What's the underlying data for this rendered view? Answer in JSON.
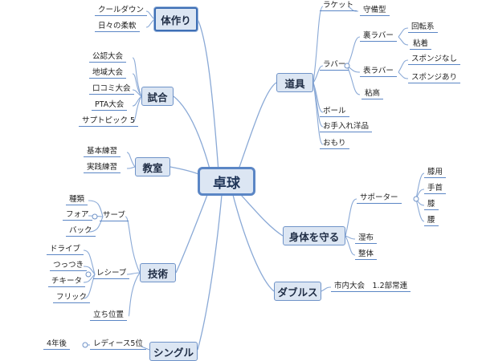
{
  "root": "卓球",
  "branches": {
    "body": "体作り",
    "match": "試合",
    "classroom": "教室",
    "technique": "技術",
    "singles": "シングル",
    "equipment": "道具",
    "protect": "身体を守る",
    "doubles": "ダブルス"
  },
  "body_items": [
    "クールダウン",
    "日々の柔軟"
  ],
  "match_items": [
    "公認大会",
    "地域大会",
    "口コミ大会",
    "PTA大会",
    "サプトピック 5"
  ],
  "classroom_items": [
    "基本練習",
    "実践練習"
  ],
  "technique": {
    "serve": "サーブ",
    "serve_items": [
      "種類",
      "フォア",
      "バック"
    ],
    "receive": "レシーブ",
    "receive_items": [
      "ドライブ",
      "つっつき",
      "チキータ",
      "フリック"
    ],
    "position": "立ち位置"
  },
  "singles": {
    "result": "レディース5位",
    "years": "4年後"
  },
  "equipment": {
    "racket": "ラケット",
    "defensive": "守備型",
    "rubber": "ラバー",
    "back_rubber": "裏ラバー",
    "back_items": [
      "回転系",
      "粘着"
    ],
    "front_rubber": "表ラバー",
    "front_items": [
      "スポンジなし",
      "スポンジあり"
    ],
    "high_elastic": "粘高",
    "ball": "ボール",
    "care": "お手入れ洋品",
    "weight": "おもり"
  },
  "protect": {
    "supporter": "サポーター",
    "supporter_items": [
      "膝用",
      "手首",
      "膝",
      "腰"
    ],
    "compress": "湿布",
    "chiropractic": "整体"
  },
  "doubles_items": [
    "市内大会　1.2部常連"
  ]
}
